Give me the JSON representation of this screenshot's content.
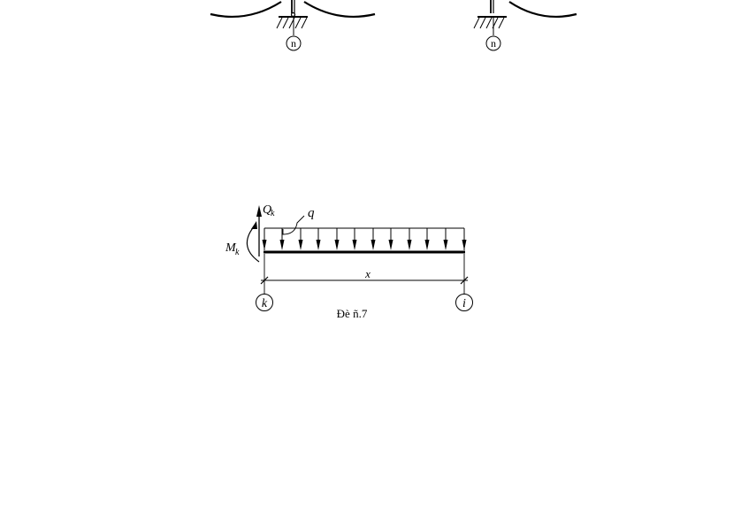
{
  "top_figure": {
    "node_left": "n",
    "node_right": "n"
  },
  "beam_figure": {
    "shear_label": "Q",
    "shear_sub": "k",
    "moment_label": "M",
    "moment_sub": "k",
    "load_label": "q",
    "dimension_label": "x",
    "node_left": "k",
    "node_right": "i",
    "caption": "Đè ñ.7"
  }
}
